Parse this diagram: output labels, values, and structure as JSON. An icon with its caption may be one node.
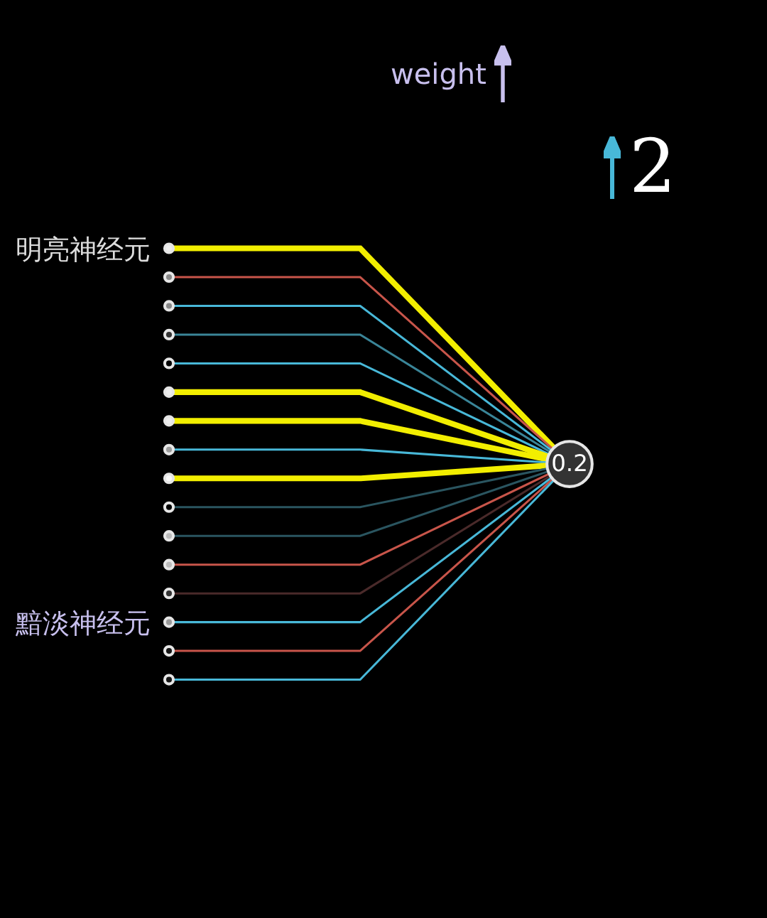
{
  "diagram": {
    "nodes": [
      {
        "text": [],
        "shape": "circle",
        "beside": [
          "明亮神经元"
        ]
      },
      {
        "text": [],
        "shape": "circle"
      },
      {
        "text": [],
        "shape": "circle"
      },
      {
        "text": [],
        "shape": "circle"
      },
      {
        "text": [],
        "shape": "circle"
      },
      {
        "text": [],
        "shape": "circle"
      },
      {
        "text": [],
        "shape": "circle"
      },
      {
        "text": [],
        "shape": "circle"
      },
      {
        "text": [],
        "shape": "circle"
      },
      {
        "text": [],
        "shape": "circle"
      },
      {
        "text": [],
        "shape": "circle"
      },
      {
        "text": [],
        "shape": "circle"
      },
      {
        "text": [],
        "shape": "circle"
      },
      {
        "text": [],
        "shape": "circle",
        "beside": [
          "黯淡神经元"
        ]
      },
      {
        "text": [],
        "shape": "circle"
      },
      {
        "text": [],
        "shape": "circle"
      },
      {
        "text": [
          "0.2"
        ]
      }
    ],
    "edges": [
      {
        "from": 0,
        "to": 16,
        "arrow": "none",
        "style": "thick",
        "color": "#f2ee00"
      },
      {
        "from": 1,
        "to": 16,
        "arrow": "none",
        "color": "#c8554a"
      },
      {
        "from": 2,
        "to": 16,
        "arrow": "none",
        "color": "#48b8d8"
      },
      {
        "from": 3,
        "to": 16,
        "arrow": "none",
        "color": "#3a8598"
      },
      {
        "from": 4,
        "to": 16,
        "arrow": "none",
        "color": "#48b8d8"
      },
      {
        "from": 5,
        "to": 16,
        "arrow": "none",
        "style": "thick",
        "color": "#f2ee00"
      },
      {
        "from": 6,
        "to": 16,
        "arrow": "none",
        "style": "thick",
        "color": "#f2ee00"
      },
      {
        "from": 7,
        "to": 16,
        "arrow": "none",
        "color": "#48b8d8"
      },
      {
        "from": 8,
        "to": 16,
        "arrow": "none",
        "style": "thick",
        "color": "#f2ee00"
      },
      {
        "from": 9,
        "to": 16,
        "arrow": "none",
        "color": "#2a5560"
      },
      {
        "from": 10,
        "to": 16,
        "arrow": "none",
        "color": "#2a5560"
      },
      {
        "from": 11,
        "to": 16,
        "arrow": "none",
        "color": "#c8554a"
      },
      {
        "from": 12,
        "to": 16,
        "arrow": "none",
        "color": "#4a2a2a"
      },
      {
        "from": 13,
        "to": 16,
        "arrow": "none",
        "color": "#48b8d8"
      },
      {
        "from": 14,
        "to": 16,
        "arrow": "none",
        "color": "#c8554a"
      },
      {
        "from": 15,
        "to": 16,
        "arrow": "none",
        "color": "#48b8d8"
      }
    ],
    "labels": [
      "weight",
      "2"
    ]
  }
}
